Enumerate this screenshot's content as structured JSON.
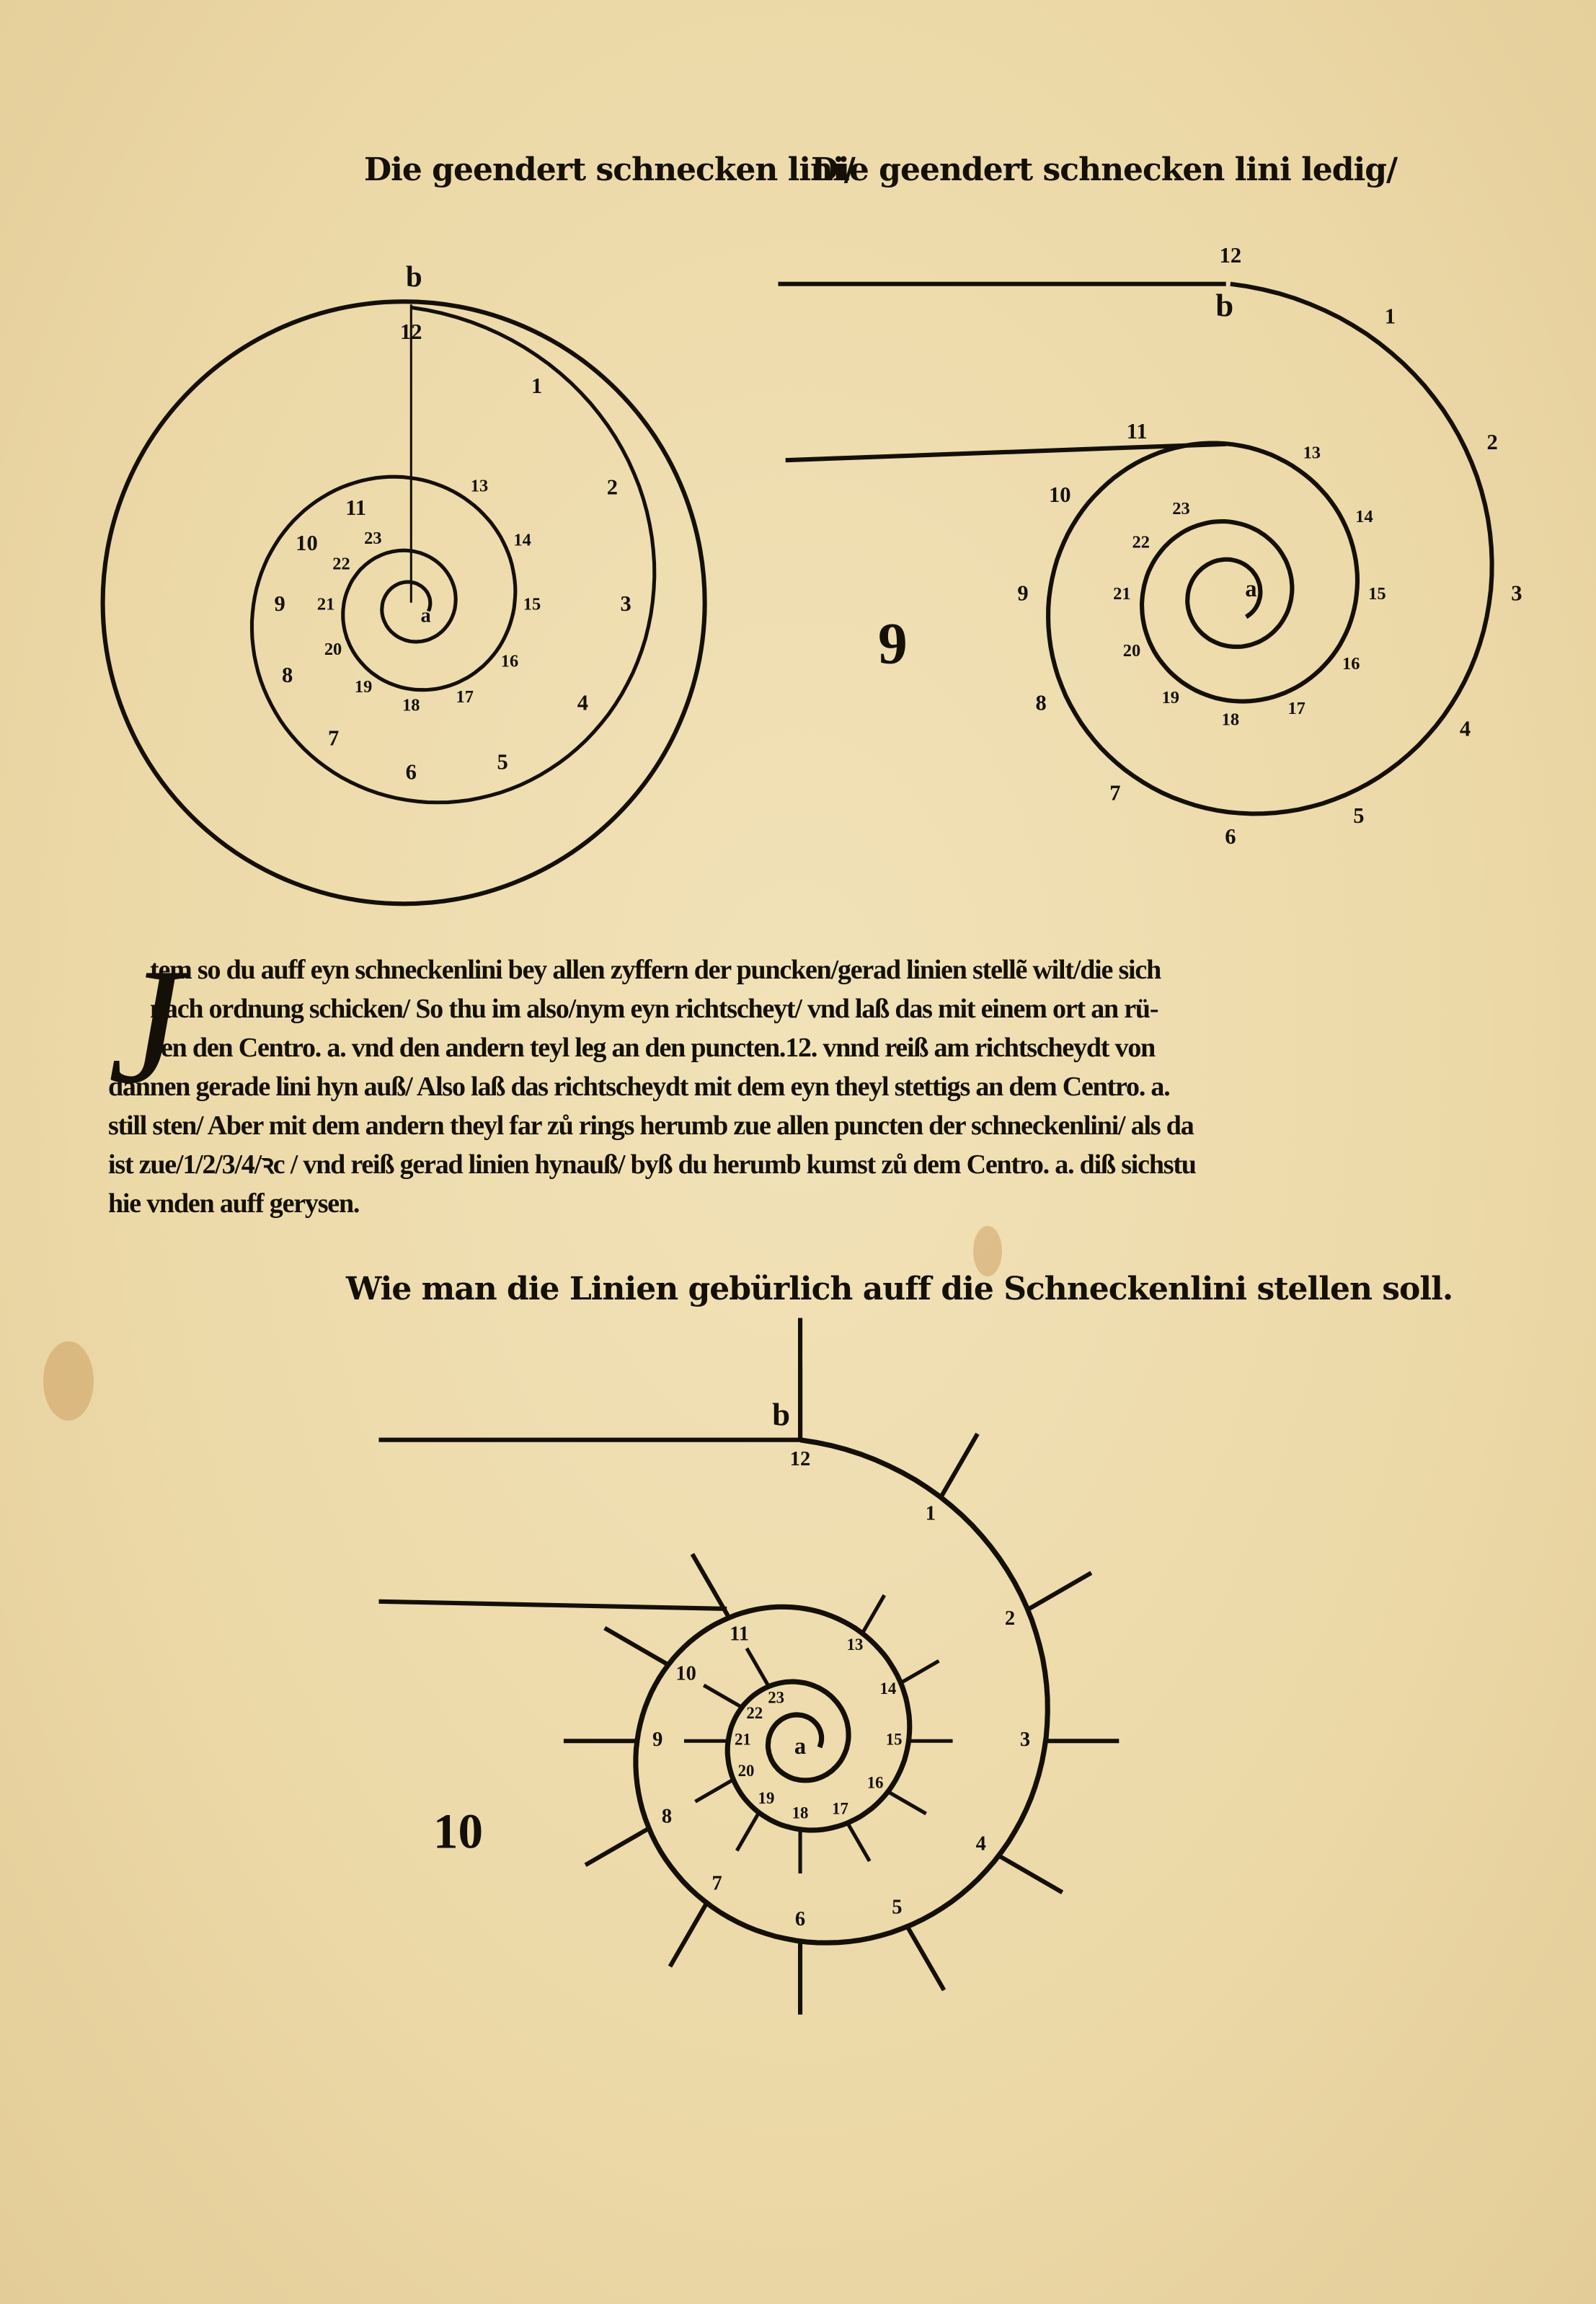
{
  "headings": {
    "figure_left": "Die geendert schnecken lini/",
    "figure_right": "Die geendert schnecken lini ledig/",
    "figure_bottom": "Wie man die Linien gebürlich auff die Schneckenlini stellen soll."
  },
  "figure_numbers": {
    "top": "9",
    "bottom": "10"
  },
  "paragraph": {
    "drop_cap": "J",
    "lines": [
      "tem so du auff eyn schneckenlini bey allen zyffern der puncken/gerad linien stellẽ wilt/die sich",
      "nach ordnung schicken/ So thu im also/nym eyn richtscheyt/ vnd laß das mit einem ort an rü-",
      "ren den Centro. a. vnd den andern teyl leg an den puncten.12. vnnd reiß am richtscheydt von",
      "dannen gerade lini hyn auß/ Also laß das richtscheydt mit dem eyn theyl stettigs an dem Centro. a.",
      "still sten/ Aber mit dem andern theyl far zů rings herumb zue allen puncten der schneckenlini/ als da",
      "ist zue/1/2/3/4/ꝛc / vnd reiß gerad linien hynauß/ byß du herumb kumst zů dem Centro. a. diß sichstu",
      "hie vnden auff gerysen."
    ]
  },
  "diagram_labels": {
    "start_point": "b",
    "center": "a",
    "outer_turn": [
      "12",
      "1",
      "2",
      "3",
      "4",
      "5",
      "6",
      "7",
      "8",
      "9",
      "10",
      "11"
    ],
    "inner_turn": [
      "12",
      "13",
      "14",
      "15",
      "16",
      "17",
      "18",
      "19",
      "20",
      "21",
      "22",
      "23"
    ]
  },
  "colors": {
    "ink": "#141008",
    "paper": "#ecd9a8"
  }
}
